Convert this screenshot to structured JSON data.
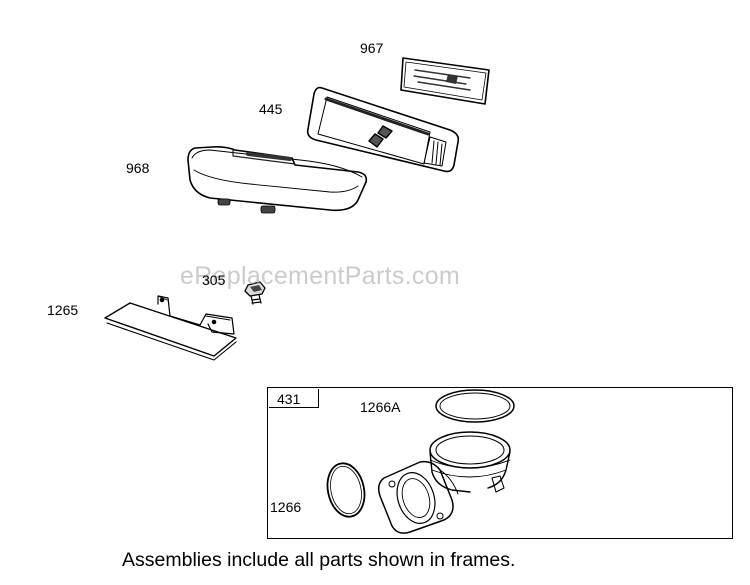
{
  "parts": {
    "p967": "967",
    "p445": "445",
    "p968": "968",
    "p305": "305",
    "p1265": "1265",
    "p431": "431",
    "p1266A": "1266A",
    "p1266": "1266"
  },
  "watermark": "eReplacementParts.com",
  "footnote": "Assemblies include all parts shown in frames."
}
